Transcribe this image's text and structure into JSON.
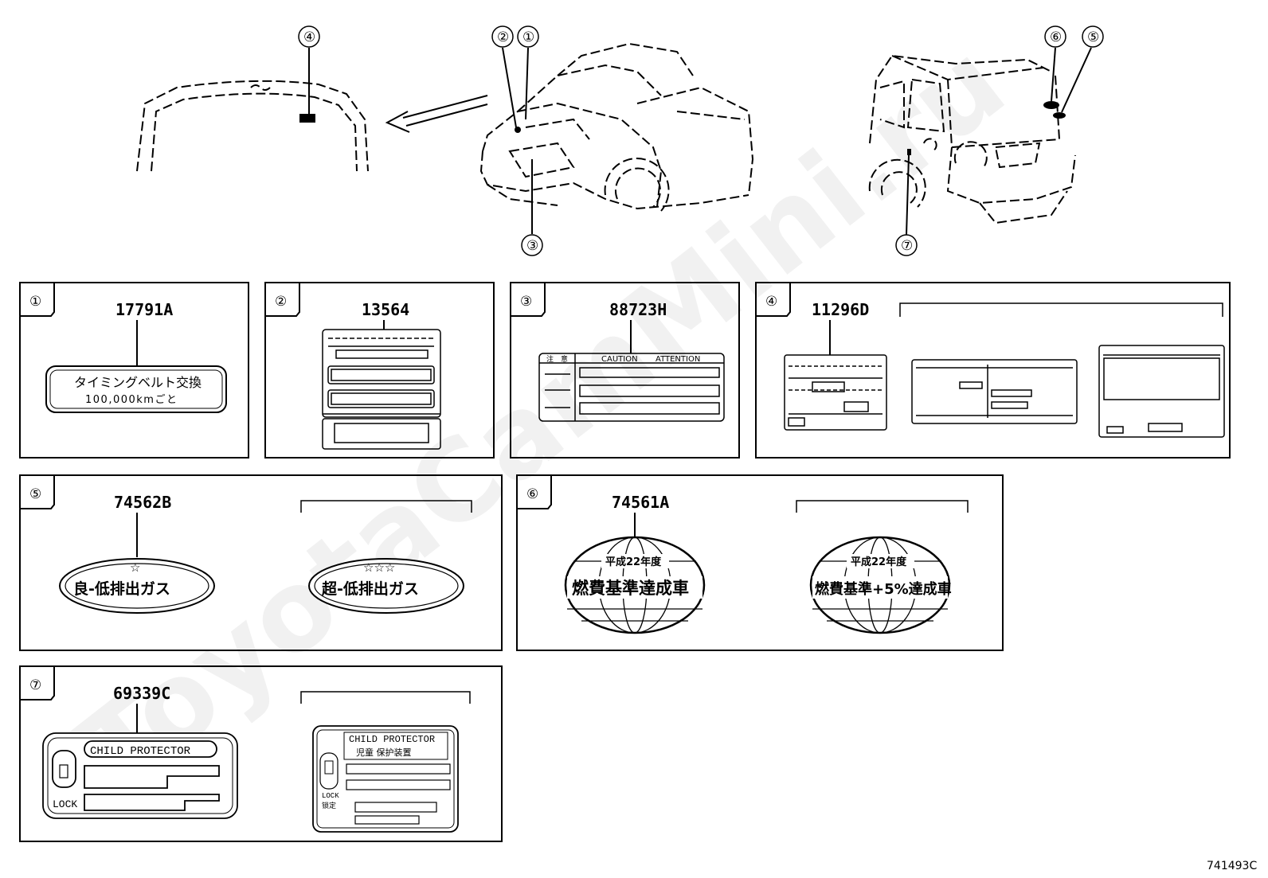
{
  "drawing_id": "741493C",
  "watermark": "ToyotaCamMini.ru",
  "callouts": {
    "c1": "①",
    "c2": "②",
    "c3": "③",
    "c4": "④",
    "c5": "⑤",
    "c6": "⑥",
    "c7": "⑦"
  },
  "panels": {
    "p1": {
      "index": "①",
      "part_number": "17791A",
      "label_line1": "タイミングベルト交換",
      "label_line2": "100,000kmごと"
    },
    "p2": {
      "index": "②",
      "part_number": "13564"
    },
    "p3": {
      "index": "③",
      "part_number": "88723H",
      "col_jp": "注　意",
      "col_caution": "CAUTION",
      "col_attention": "ATTENTION"
    },
    "p4": {
      "index": "④",
      "part_number": "11296D"
    },
    "p5": {
      "index": "⑤",
      "part_number": "74562B",
      "label_a": "良-低排出ガス",
      "label_b": "超-低排出ガス",
      "stars_a": "☆",
      "stars_b": "☆☆☆"
    },
    "p6": {
      "index": "⑥",
      "part_number": "74561A",
      "year_a": "平成22年度",
      "label_a": "燃費基準達成車",
      "year_b": "平成22年度",
      "label_b": "燃費基準+5%達成車"
    },
    "p7": {
      "index": "⑦",
      "part_number": "69339C",
      "title_a": "CHILD PROTECTOR",
      "lock_a": "LOCK",
      "title_b": "CHILD PROTECTOR",
      "subtitle_b": "児童 保护装置",
      "lock_b": "LOCK",
      "lock_b_jp": "锁定"
    }
  }
}
